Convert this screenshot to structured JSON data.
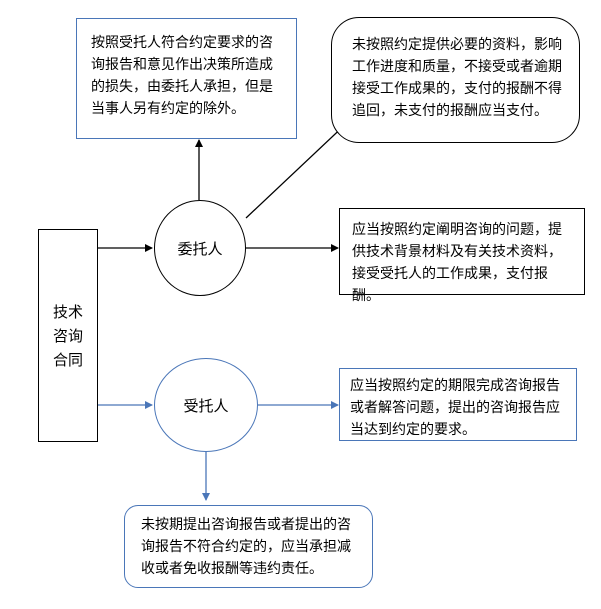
{
  "contract": {
    "label": "技术\n咨询\n合同"
  },
  "client": {
    "label": "委托人"
  },
  "consultant": {
    "label": "受托人"
  },
  "notes": {
    "client_liability": "按照受托人符合约定要求的咨询报告和意见作出决策所造成的损失，由委托人承担，但是当事人另有约定的除外。",
    "client_breach": "未按照约定提供必要的资料，影响工作进度和质量，不接受或者逾期接受工作成果的，支付的报酬不得追回，未支付的报酬应当支付。",
    "client_duty": "应当按照约定阐明咨询的问题，提供技术背景材料及有关技术资料，接受受托人的工作成果，支付报酬。",
    "consultant_duty": "应当按照约定的期限完成咨询报告或者解答问题，提出的咨询报告应当达到约定的要求。",
    "consultant_breach": "未按期提出咨询报告或者提出的咨询报告不符合约定的，应当承担减收或者免收报酬等违约责任。"
  },
  "colors": {
    "black": "#000000",
    "blue": "#4a76b8"
  }
}
